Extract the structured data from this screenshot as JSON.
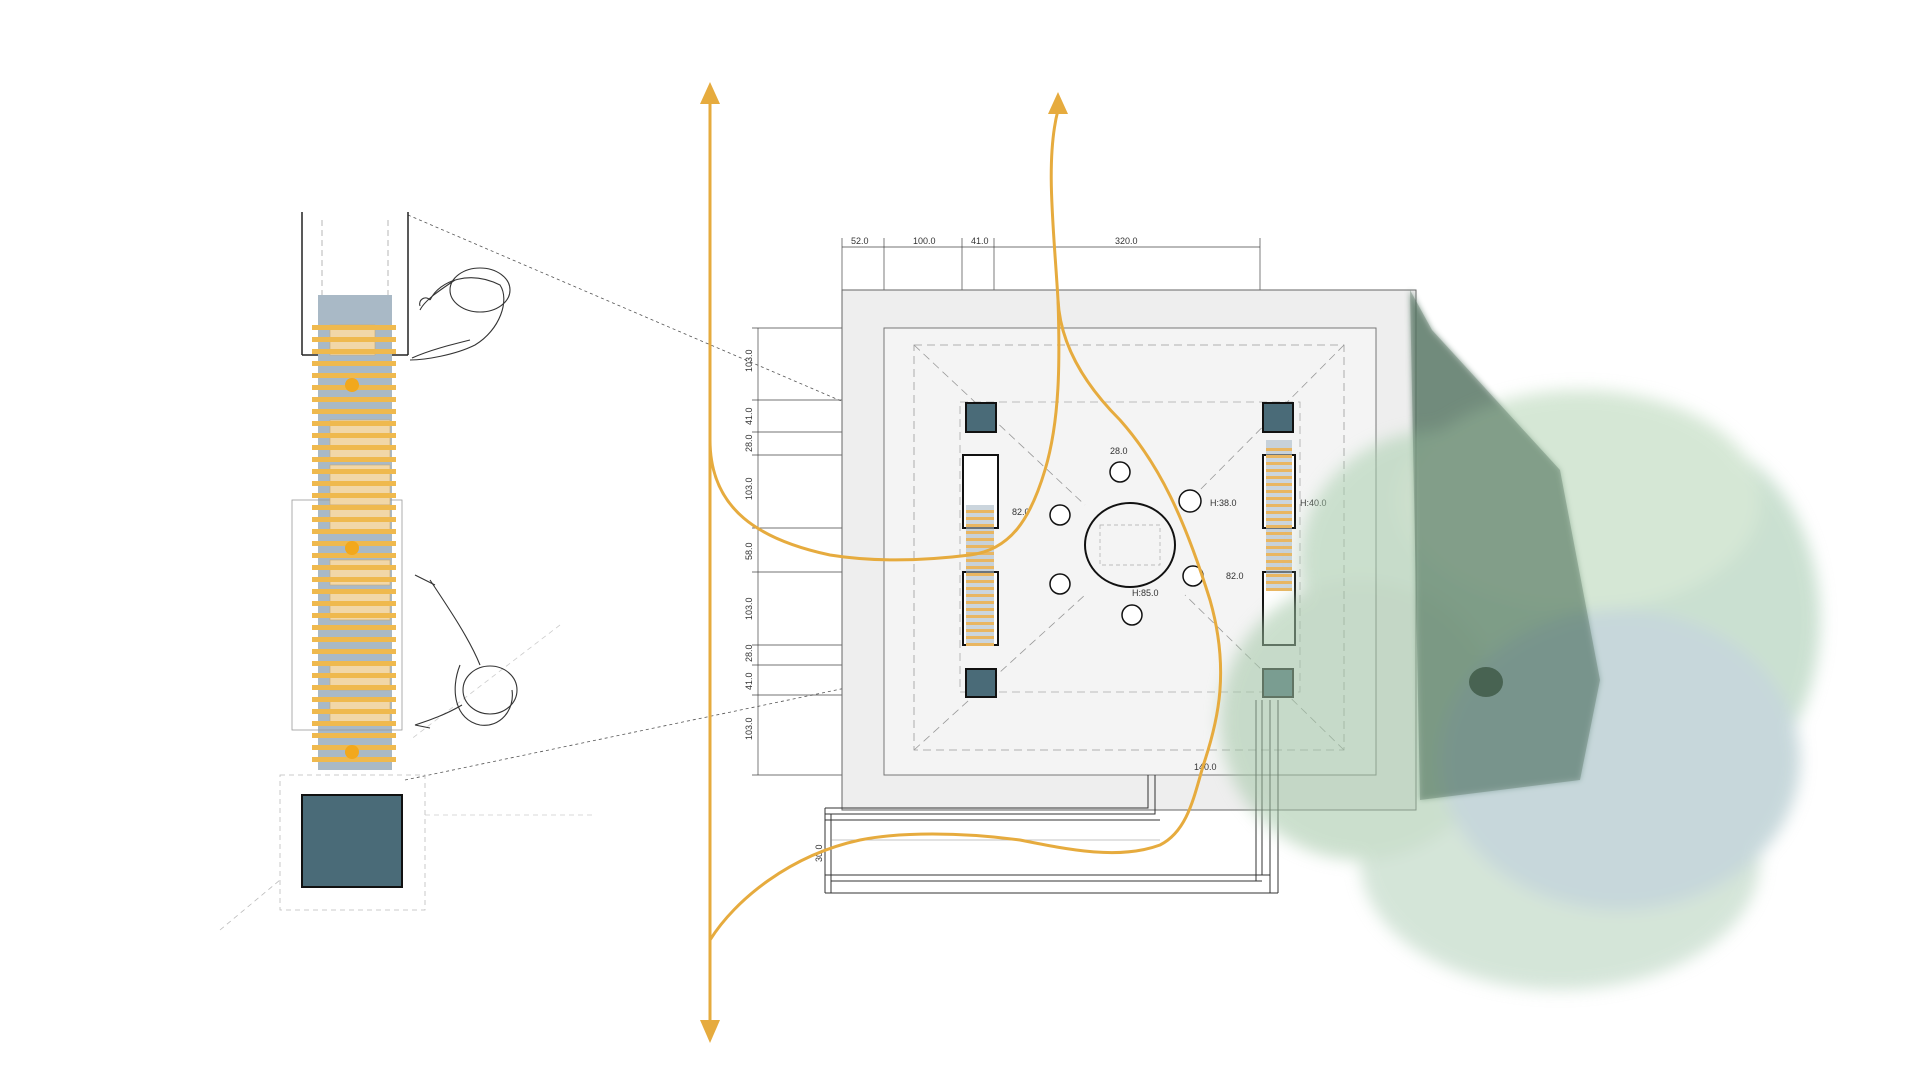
{
  "palette": {
    "path": "#e6ab3e",
    "column": "#4a6b78",
    "slab": "#eeeeee",
    "tree": "#8fb89a",
    "shadow": "#5d7d6a",
    "bench": "#f1d7a8",
    "line": "#222222"
  },
  "dimensions": {
    "top": [
      "52.0",
      "100.0",
      "41.0",
      "320.0"
    ],
    "left": [
      "103.0",
      "41.0",
      "28.0",
      "103.0",
      "58.0",
      "103.0",
      "28.0",
      "41.0",
      "103.0"
    ]
  },
  "labels": {
    "stool_dia": "28.0",
    "bench_depth_left": "82.0",
    "bench_depth_right": "82.0",
    "stool_height": "H:38.0",
    "bench_height": "H:40.0",
    "table_height": "H:85.0",
    "path_width": "140.0",
    "ramp_width": "30.0"
  },
  "icons": {
    "north_arrow": "double-headed-arrow-icon",
    "circulation": "curved-arrow-icon",
    "people": "person-figure-icon",
    "tree": "tree-canopy-icon"
  }
}
